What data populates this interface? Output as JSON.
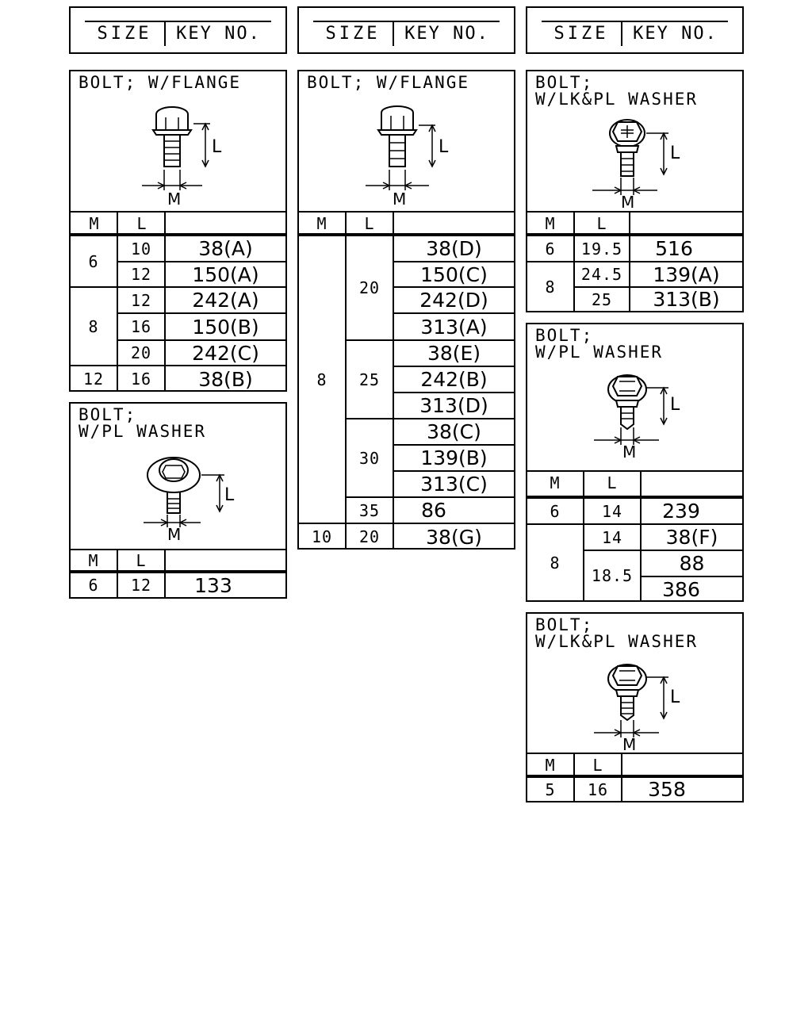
{
  "header": {
    "size_label": "SIZE",
    "key_label": "KEY NO."
  },
  "col_labels": {
    "m": "M",
    "l": "L"
  },
  "dims": {
    "l": "L",
    "m": "M"
  },
  "panels": {
    "flange_a": {
      "title": "BOLT; W/FLANGE",
      "m": [
        "6",
        "8",
        "12"
      ],
      "l": [
        "10",
        "12",
        "12",
        "16",
        "20",
        "16"
      ],
      "k": [
        "38(A)",
        "150(A)",
        "242(A)",
        "150(B)",
        "242(C)",
        "38(B)"
      ]
    },
    "washer_a": {
      "title": "BOLT;\nW/PL WASHER",
      "m": [
        "6"
      ],
      "l": [
        "12"
      ],
      "k": [
        "133"
      ]
    },
    "flange_b": {
      "title": "BOLT; W/FLANGE",
      "m": [
        "8",
        "10"
      ],
      "l": [
        "20",
        "25",
        "30",
        "35",
        "20"
      ],
      "k": [
        "38(D)",
        "150(C)",
        "242(D)",
        "313(A)",
        "38(E)",
        "242(B)",
        "313(D)",
        "38(C)",
        "139(B)",
        "313(C)",
        "86",
        "38(G)"
      ]
    },
    "lkpl_a": {
      "title": "BOLT;\nW/LK&PL WASHER",
      "m": [
        "6",
        "8"
      ],
      "l": [
        "19.5",
        "24.5",
        "25"
      ],
      "k": [
        "516",
        "139(A)",
        "313(B)"
      ]
    },
    "washer_b": {
      "title": "BOLT;\nW/PL WASHER",
      "m": [
        "6",
        "8"
      ],
      "l": [
        "14",
        "14",
        "18.5"
      ],
      "k": [
        "239",
        "38(F)",
        "88",
        "386"
      ]
    },
    "lkpl_b": {
      "title": "BOLT;\nW/LK&PL WASHER",
      "m": [
        "5"
      ],
      "l": [
        "16"
      ],
      "k": [
        "358"
      ]
    }
  }
}
